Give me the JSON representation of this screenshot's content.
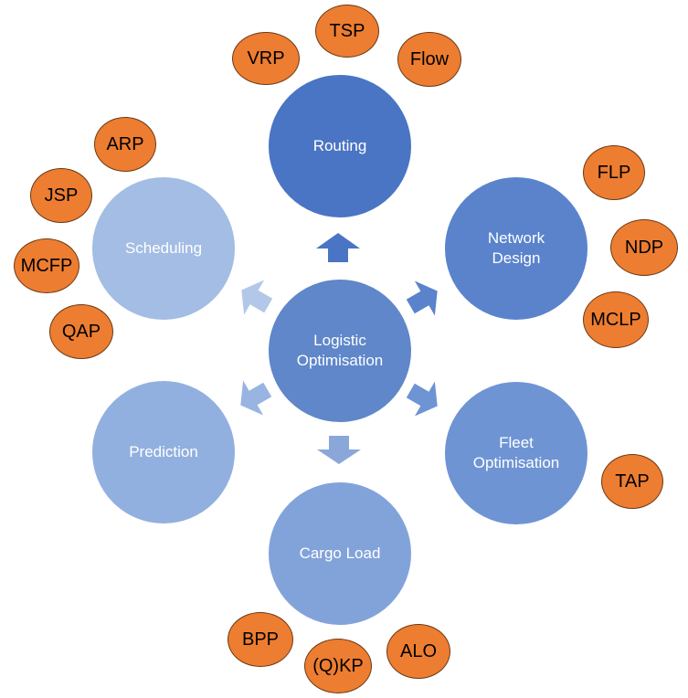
{
  "center": {
    "label": "Logistic\nOptimisation",
    "color": "#5f87c9"
  },
  "nodes": [
    {
      "key": "routing",
      "label": "Routing",
      "color": "#4a75c4"
    },
    {
      "key": "network-design",
      "label": "Network\nDesign",
      "color": "#5a83cc"
    },
    {
      "key": "fleet-optimisation",
      "label": "Fleet\nOptimisation",
      "color": "#6f94d4"
    },
    {
      "key": "cargo-load",
      "label": "Cargo Load",
      "color": "#82a3da"
    },
    {
      "key": "prediction",
      "label": "Prediction",
      "color": "#92b0df"
    },
    {
      "key": "scheduling",
      "label": "Scheduling",
      "color": "#a3bde4"
    }
  ],
  "badges": {
    "routing": [
      "VRP",
      "TSP",
      "Flow"
    ],
    "network_design": [
      "FLP",
      "NDP",
      "MCLP"
    ],
    "fleet_optimisation": [
      "TAP"
    ],
    "cargo_load": [
      "BPP",
      "(Q)KP",
      "ALO"
    ],
    "scheduling": [
      "ARP",
      "JSP",
      "MCFP",
      "QAP"
    ]
  },
  "colors": {
    "badge": "#ed7d31",
    "badge_border": "#6b3a14"
  }
}
